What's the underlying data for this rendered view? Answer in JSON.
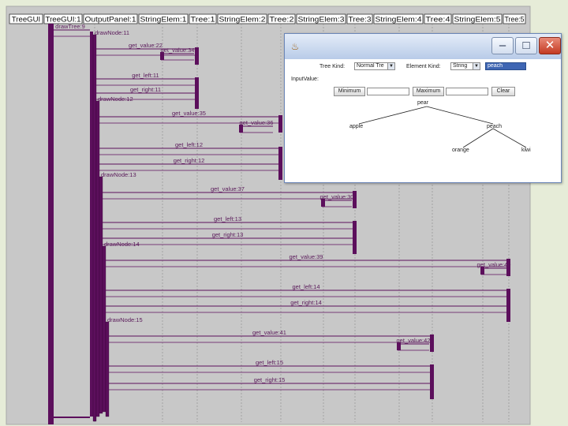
{
  "colors": {
    "canvas": "#c8c8c8",
    "lifeline": "#5c0f5c",
    "header_bg": "#ffffff",
    "arrow": "#5c0f5c",
    "label": "#5a1a5a"
  },
  "objects": [
    "TreeGUI",
    "TreeGUI:1",
    "OutputPanel:1",
    "StringElem:1",
    "Tree:1",
    "StringElem:2",
    "Tree:2",
    "StringElem:3",
    "Tree:3",
    "StringElem:4",
    "Tree:4",
    "StringElem:5",
    "Tree:5"
  ],
  "messages": [
    {
      "label": "drawTree:9",
      "from": 1,
      "to": 2
    },
    {
      "label": "drawNode:11",
      "from": 2,
      "to": 2
    },
    {
      "label": "get_value:22",
      "from": 2,
      "to": 4
    },
    {
      "label": "get_value:34",
      "from": 4,
      "to": 3
    },
    {
      "label": "get_left:11",
      "from": 2,
      "to": 4
    },
    {
      "label": "get_right:11",
      "from": 2,
      "to": 4
    },
    {
      "label": "drawNode:12",
      "from": 2,
      "to": 2
    },
    {
      "label": "get_value:35",
      "from": 2,
      "to": 6
    },
    {
      "label": "get_value:36",
      "from": 6,
      "to": 5
    },
    {
      "label": "get_left:12",
      "from": 2,
      "to": 6
    },
    {
      "label": "get_right:12",
      "from": 2,
      "to": 6
    },
    {
      "label": "drawNode:13",
      "from": 2,
      "to": 2
    },
    {
      "label": "get_value:37",
      "from": 2,
      "to": 8
    },
    {
      "label": "get_value:30",
      "from": 8,
      "to": 7
    },
    {
      "label": "get_left:13",
      "from": 2,
      "to": 8
    },
    {
      "label": "get_right:13",
      "from": 2,
      "to": 8
    },
    {
      "label": "drawNode:14",
      "from": 2,
      "to": 2
    },
    {
      "label": "get_value:39",
      "from": 2,
      "to": 12
    },
    {
      "label": "get_value:40",
      "from": 12,
      "to": 11
    },
    {
      "label": "get_left:14",
      "from": 2,
      "to": 12
    },
    {
      "label": "get_right:14",
      "from": 2,
      "to": 12
    },
    {
      "label": "drawNode:15",
      "from": 2,
      "to": 2
    },
    {
      "label": "get_value:41",
      "from": 2,
      "to": 10
    },
    {
      "label": "get_value:42",
      "from": 10,
      "to": 9
    },
    {
      "label": "get_left:15",
      "from": 2,
      "to": 10
    },
    {
      "label": "get_right:15",
      "from": 2,
      "to": 10
    }
  ],
  "window": {
    "tree_kind_label": "Tree Kind:",
    "tree_kind_value": "Normal Tre",
    "element_kind_label": "Element Kind:",
    "element_kind_value": "String",
    "element_field_value": "peach",
    "input_value_label": "InputValue:",
    "minimum_button": "Minimum",
    "maximum_button": "Maximum",
    "clear_button": "Clear",
    "tree_nodes": [
      "pear",
      "apple",
      "peach",
      "orange",
      "kiwi"
    ]
  }
}
